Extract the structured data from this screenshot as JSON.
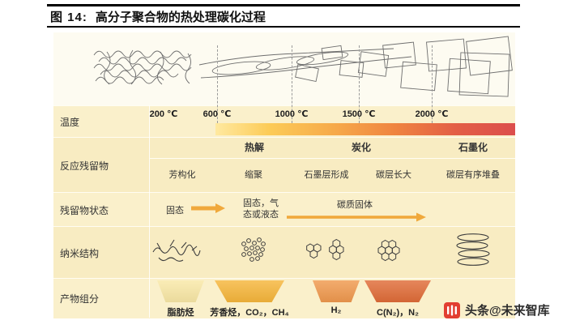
{
  "title": {
    "label": "图 14:",
    "text": "高分子聚合物的热处理碳化过程"
  },
  "diagram": {
    "temperature": {
      "label": "温度",
      "ticks": [
        "200 ℃",
        "600 ℃",
        "1000 ℃",
        "1500 ℃",
        "2000 ℃"
      ]
    },
    "residue": {
      "label": "反应残留物",
      "phases": [
        "热解",
        "炭化",
        "石墨化"
      ],
      "stages": [
        "芳构化",
        "缩聚",
        "石墨层形成",
        "碳层长大",
        "碳层有序堆叠"
      ]
    },
    "state": {
      "label": "残留物状态",
      "solid": "固态",
      "mixed_line1": "固态，气",
      "mixed_line2": "态或液态",
      "carbon": "碳质固体"
    },
    "nano": {
      "label": "纳米结构",
      "structures": [
        "polymer-chain",
        "molecular-cluster",
        "small-graphene-clusters",
        "fused-aromatic-cluster",
        "stacked-graphite-layers"
      ]
    },
    "products": {
      "label": "产物组分",
      "items": [
        {
          "name": "脂肪烃",
          "color": "#F9E8A6"
        },
        {
          "name": "芳香烃，CO₂，CH₄",
          "color": "#F6B63B"
        },
        {
          "name": "H₂",
          "color": "#F0994E"
        },
        {
          "name": "C(N₂)，N₂",
          "color": "#E06C38"
        }
      ]
    },
    "accent": {
      "arrow_color": "#F0A93C",
      "bar_gradient": [
        "#FFE9A0",
        "#FCCB57",
        "#F6A94A",
        "#EF8440",
        "#E35F46",
        "#DC4E4C"
      ]
    }
  },
  "watermark": {
    "text": "头条@未来智库",
    "logo_color": "#E23E31"
  }
}
